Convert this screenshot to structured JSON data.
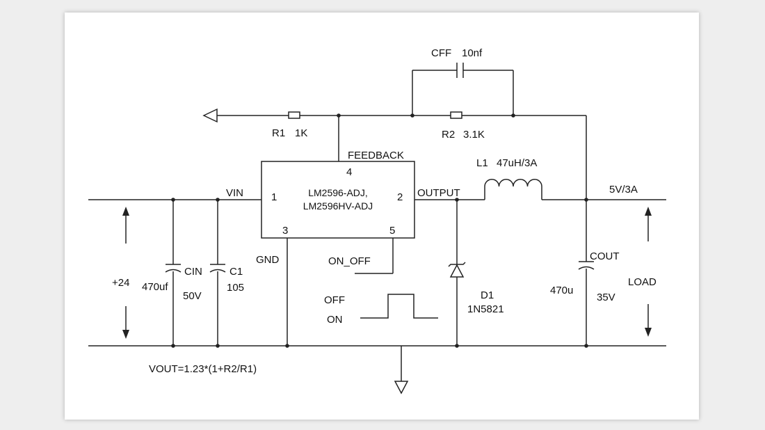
{
  "labels": {
    "cff": "CFF",
    "cff_value": "10nf",
    "r1": "R1",
    "r1_value": "1K",
    "r2": "R2",
    "r2_value": "3.1K",
    "feedback": "FEEDBACK",
    "pin4": "4",
    "pin1": "1",
    "pin2": "2",
    "pin3": "3",
    "pin5": "5",
    "ic_line1": "LM2596-ADJ,",
    "ic_line2": "LM2596HV-ADJ",
    "vin": "VIN",
    "output": "OUTPUT",
    "l1": "L1",
    "l1_value": "47uH/3A",
    "vout_rating": "5V/3A",
    "gnd": "GND",
    "on_off": "ON_OFF",
    "cin": "CIN",
    "cin_value": "470uf",
    "cin_voltage": "50V",
    "c1": "C1",
    "c1_value": "105",
    "input_voltage": "+24",
    "off": "OFF",
    "on": "ON",
    "d1": "D1",
    "d1_part": "1N5821",
    "cout": "COUT",
    "cout_value": "470u",
    "cout_voltage": "35V",
    "load": "LOAD",
    "formula": "VOUT=1.23*(1+R2/R1)"
  }
}
